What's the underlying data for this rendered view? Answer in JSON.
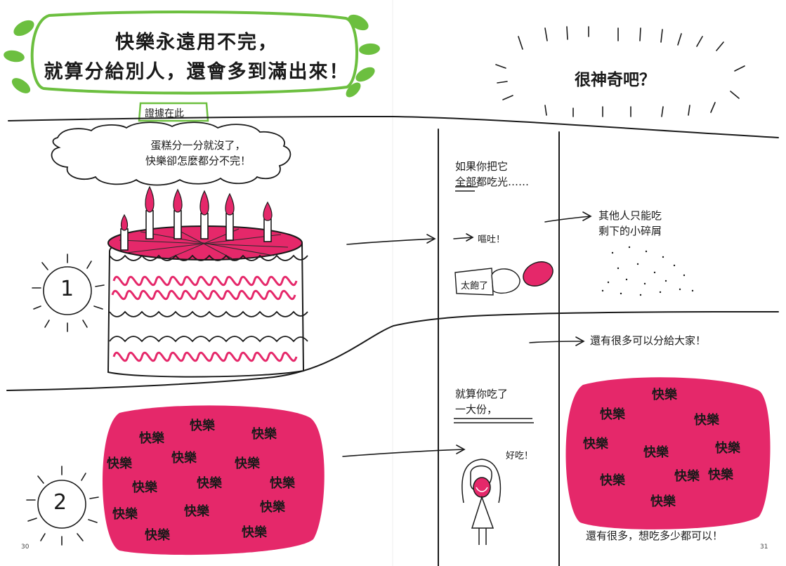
{
  "title_banner": {
    "line1": "快樂永遠用不完，",
    "line2": "就算分給別人，還會多到滿出來！"
  },
  "evidence_tag": "證據在此",
  "amazing": "很神奇吧？",
  "cake_bubble": {
    "line1": "蛋糕分一分就沒了，",
    "line2": "快樂卻怎麼都分不完！"
  },
  "panel_eat_all": {
    "line1": "如果你把它",
    "line2": "全部都吃光……",
    "vomit": "嘔吐！",
    "too_full": "太飽了"
  },
  "crumbs_text": {
    "line1": "其他人只能吃",
    "line2": "剩下的小碎屑"
  },
  "plenty_share": "還有很多可以分給大家！",
  "panel_eat_big": {
    "line1": "就算你吃了",
    "line2": "一大份，",
    "yummy": "好吃！"
  },
  "plenty_eat": "還有很多，想吃多少都可以！",
  "step_numbers": [
    "1",
    "2"
  ],
  "joy_word": "快樂",
  "page_numbers": {
    "left": "30",
    "right": "31"
  },
  "colors": {
    "pink": "#e5286a",
    "green": "#6cbf3f",
    "ink": "#1a1a1a"
  }
}
